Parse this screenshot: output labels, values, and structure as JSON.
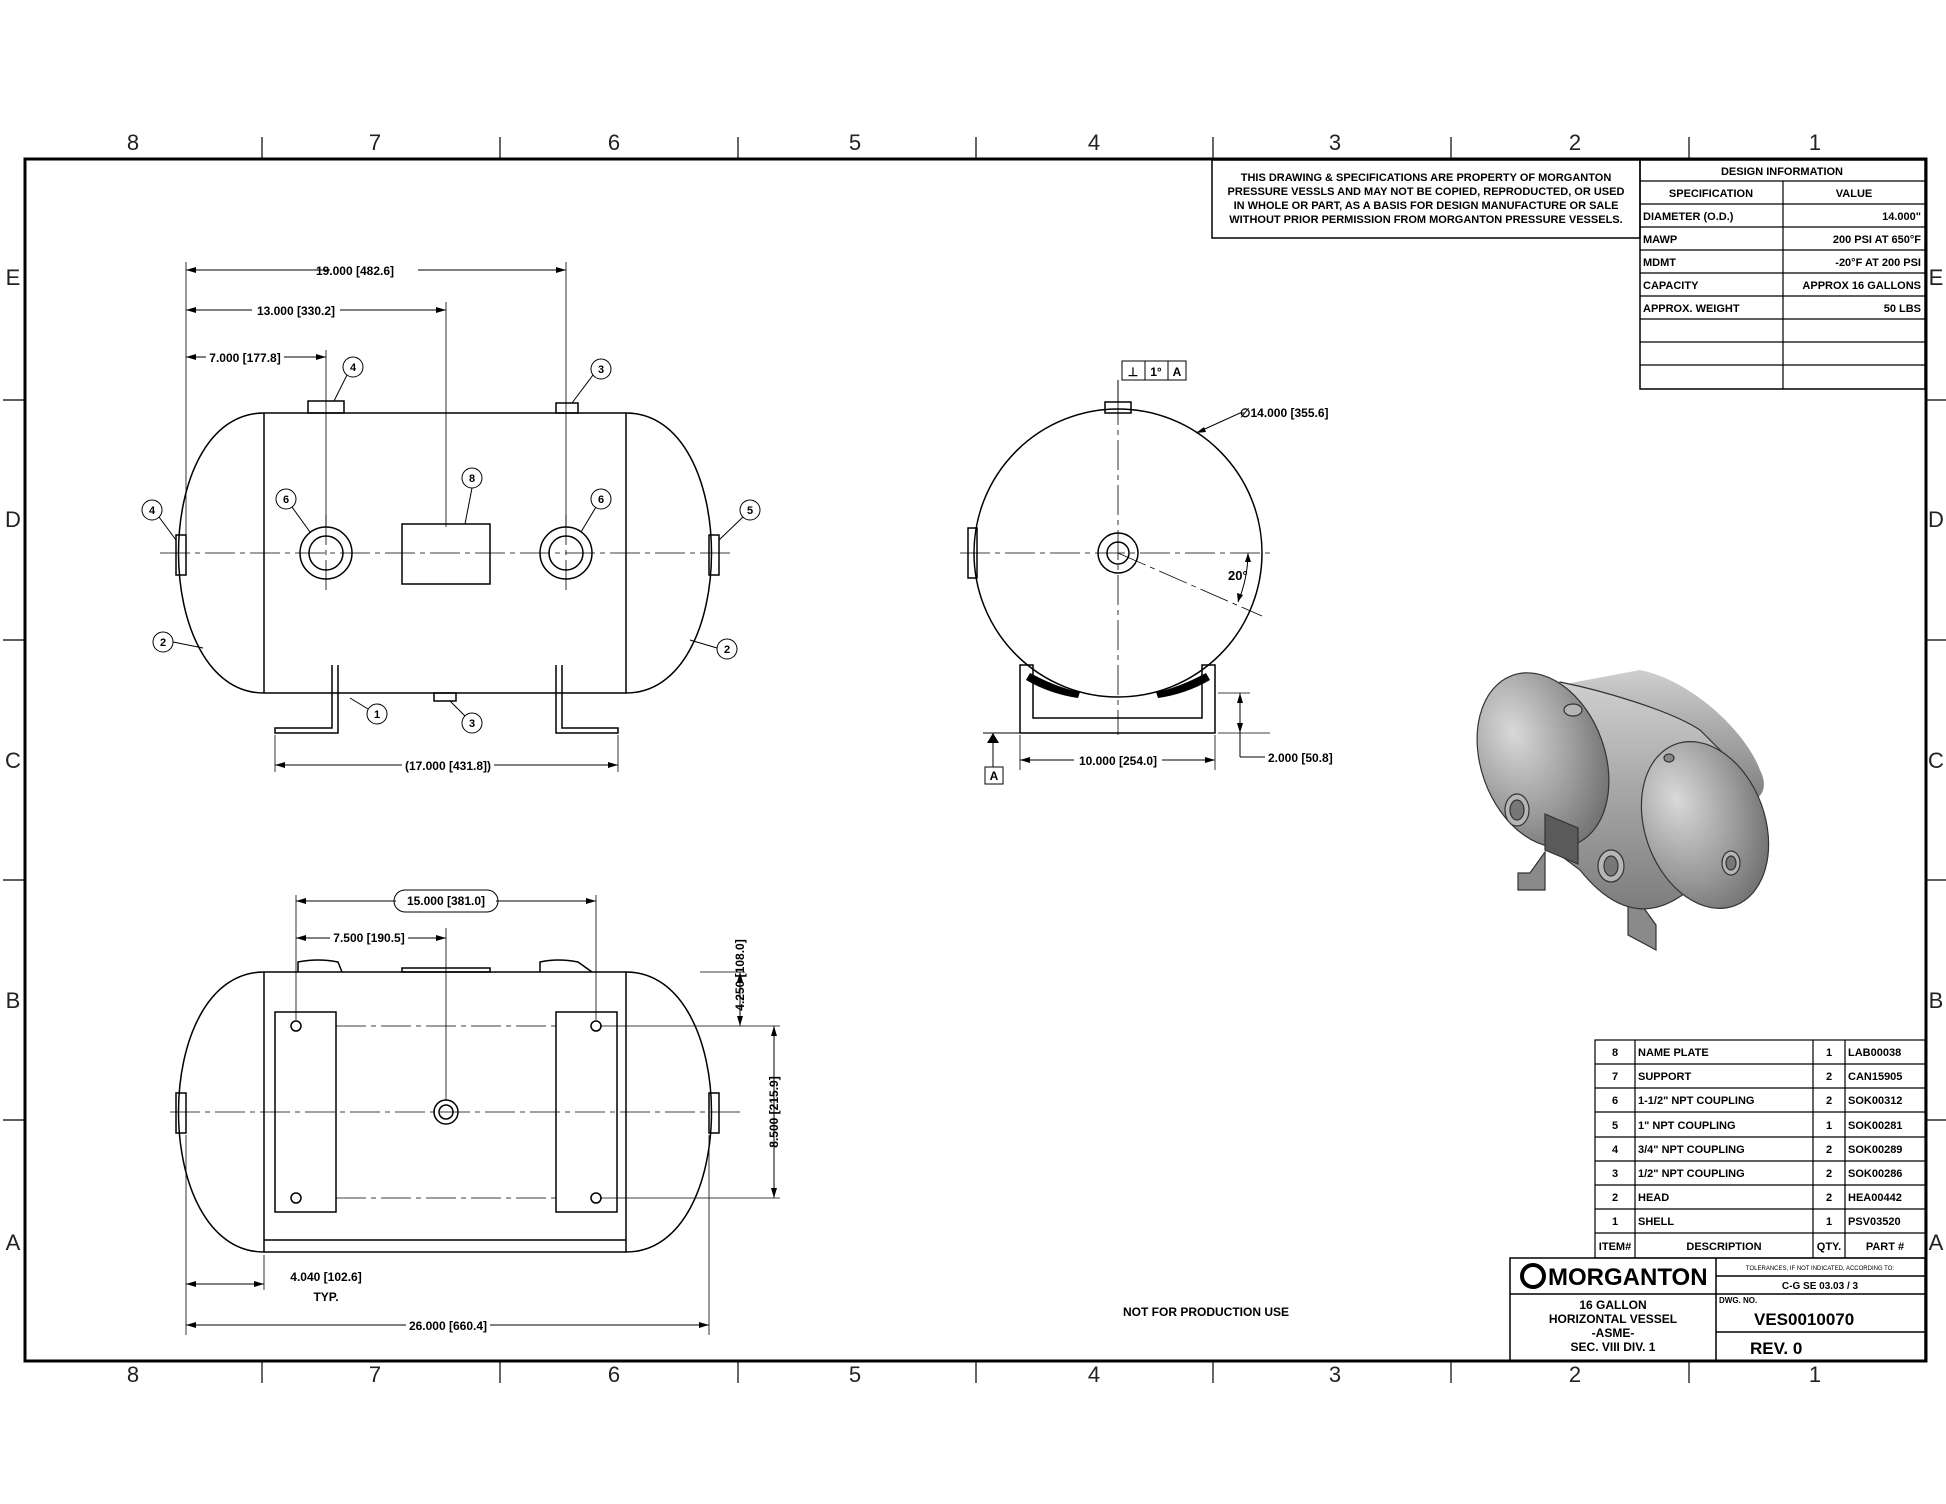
{
  "zones": {
    "columns": [
      "8",
      "7",
      "6",
      "5",
      "4",
      "3",
      "2",
      "1"
    ],
    "rows": [
      "E",
      "D",
      "C",
      "B",
      "A"
    ]
  },
  "notice": [
    "THIS DRAWING & SPECIFICATIONS ARE PROPERTY OF MORGANTON",
    "PRESSURE VESSLS AND MAY NOT BE COPIED, REPRODUCTED,  OR USED",
    "IN WHOLE OR PART, AS A BASIS FOR DESIGN MANUFACTURE OR SALE",
    "WITHOUT PRIOR PERMISSION FROM MORGANTON PRESSURE VESSELS."
  ],
  "design_info": {
    "title": "DESIGN INFORMATION",
    "col_spec": "SPECIFICATION",
    "col_value": "VALUE",
    "rows": [
      {
        "spec": "DIAMETER (O.D.)",
        "value": "14.000\""
      },
      {
        "spec": "MAWP",
        "value": "200 PSI AT 650°F"
      },
      {
        "spec": "MDMT",
        "value": "-20°F AT 200 PSI"
      },
      {
        "spec": "CAPACITY",
        "value": "APPROX 16 GALLONS"
      },
      {
        "spec": "APPROX. WEIGHT",
        "value": "50 LBS"
      },
      {
        "spec": "",
        "value": ""
      },
      {
        "spec": "",
        "value": ""
      },
      {
        "spec": "",
        "value": ""
      }
    ]
  },
  "front_view": {
    "dims": {
      "d19": "19.000",
      "d19m": "482.6",
      "d13": "13.000",
      "d13m": "330.2",
      "d7": "7.000",
      "d7m": "177.8",
      "d17": "17.000",
      "d17m": "431.8"
    },
    "balloons": {
      "top4": "4",
      "top3": "3",
      "left4": "4",
      "right5": "5",
      "l6": "6",
      "r6": "6",
      "np8": "8",
      "l2": "2",
      "r2": "2",
      "b1": "1",
      "b3": "3"
    }
  },
  "side_view": {
    "gdt_flatness": "⊥",
    "gdt_tol": "1°",
    "gdt_datum": "A",
    "dia_sym": "∅",
    "dia": "14.000",
    "dia_m": "355.6",
    "angle": "20°",
    "base": "10.000",
    "base_m": "254.0",
    "height": "2.000",
    "height_m": "50.8",
    "datum": "A"
  },
  "top_view": {
    "d15": "15.000",
    "d15m": "381.0",
    "d75": "7.500",
    "d75m": "190.5",
    "d425": "4.250",
    "d425m": "108.0",
    "d85": "8.500",
    "d85m": "215.9",
    "d404": "4.040",
    "d404m": "102.6",
    "typ": "TYP.",
    "d26": "26.000",
    "d26m": "660.4"
  },
  "production_note": "NOT FOR PRODUCTION USE",
  "bom": {
    "headers": {
      "item": "ITEM#",
      "desc": "DESCRIPTION",
      "qty": "QTY.",
      "part": "PART #"
    },
    "rows": [
      {
        "item": "8",
        "desc": "NAME PLATE",
        "qty": "1",
        "part": "LAB00038"
      },
      {
        "item": "7",
        "desc": "SUPPORT",
        "qty": "2",
        "part": "CAN15905"
      },
      {
        "item": "6",
        "desc": "1-1/2\" NPT COUPLING",
        "qty": "2",
        "part": "SOK00312"
      },
      {
        "item": "5",
        "desc": "1\" NPT COUPLING",
        "qty": "1",
        "part": "SOK00281"
      },
      {
        "item": "4",
        "desc": "3/4\" NPT COUPLING",
        "qty": "2",
        "part": "SOK00289"
      },
      {
        "item": "3",
        "desc": "1/2\" NPT COUPLING",
        "qty": "2",
        "part": "SOK00286"
      },
      {
        "item": "2",
        "desc": "HEAD",
        "qty": "2",
        "part": "HEA00442"
      },
      {
        "item": "1",
        "desc": "SHELL",
        "qty": "1",
        "part": "PSV03520"
      }
    ]
  },
  "title_block": {
    "logo": "MORGANTON",
    "tolerance_note": "TOLERANCES, IF NOT INDICATED, ACCORDING TO:",
    "tolerance_std": "C-G SE 03.03 / 3",
    "title_lines": [
      "16 GALLON",
      "HORIZONTAL VESSEL",
      "-ASME-",
      "SEC. VIII DIV. 1"
    ],
    "dwg_label": "DWG. NO.",
    "dwg_no": "VES0010070",
    "rev": "REV.  0"
  }
}
